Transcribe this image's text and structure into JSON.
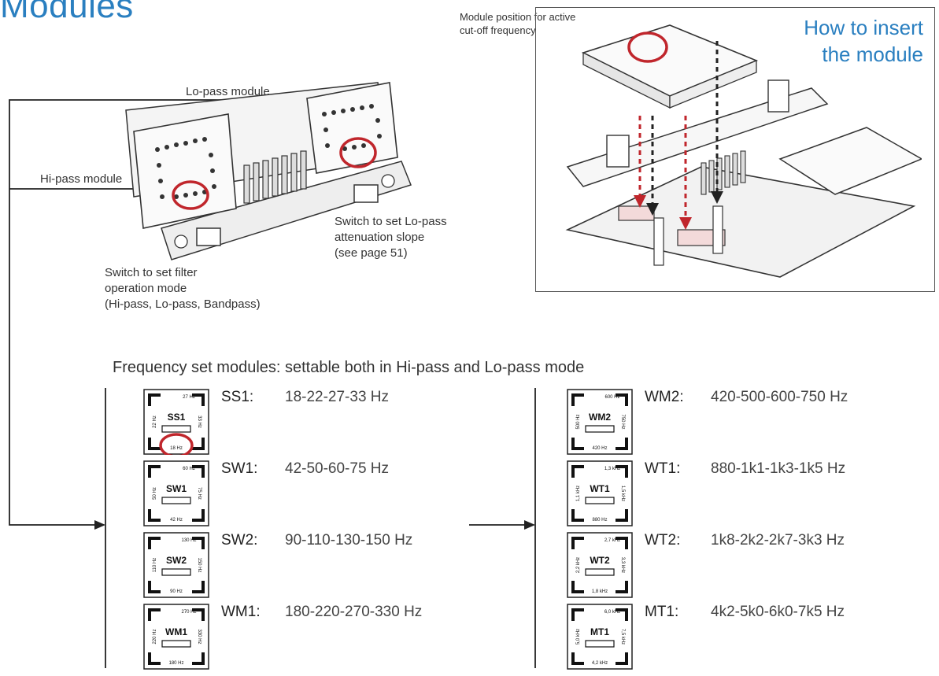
{
  "title": "Modules",
  "callouts": {
    "lopass_module": "Lo-pass module",
    "hipass_module": "Hi-pass module",
    "lopass_switch": [
      "Switch to set Lo-pass",
      "attenuation slope",
      "(see page 51)"
    ],
    "filter_switch": [
      "Switch to set filter",
      "operation mode",
      "(Hi-pass, Lo-pass, Bandpass)"
    ],
    "module_position": [
      "Module position for active",
      "cut-off frequency"
    ]
  },
  "inset": {
    "title_lines": [
      "How to insert",
      "the module"
    ]
  },
  "frequency_section": {
    "heading": "Frequency set modules: settable both in Hi-pass and Lo-pass mode",
    "left_modules": [
      {
        "code": "SS1:",
        "range": "18-22-27-33 Hz",
        "chip_label": "SS1",
        "chip_bottom": "18 Hz",
        "chip_left": "22 Hz",
        "chip_right": "33 Hz",
        "chip_top": "27 Hz"
      },
      {
        "code": "SW1:",
        "range": "42-50-60-75 Hz",
        "chip_label": "SW1",
        "chip_bottom": "42 Hz",
        "chip_left": "50 Hz",
        "chip_right": "75 Hz",
        "chip_top": "60 Hz"
      },
      {
        "code": "SW2:",
        "range": "90-110-130-150 Hz",
        "chip_label": "SW2",
        "chip_bottom": "90 Hz",
        "chip_left": "110 Hz",
        "chip_right": "150 Hz",
        "chip_top": "130 Hz"
      },
      {
        "code": "WM1:",
        "range": "180-220-270-330 Hz",
        "chip_label": "WM1",
        "chip_bottom": "180 Hz",
        "chip_left": "220 Hz",
        "chip_right": "330 Hz",
        "chip_top": "270 Hz"
      }
    ],
    "right_modules": [
      {
        "code": "WM2:",
        "range": "420-500-600-750 Hz",
        "chip_label": "WM2",
        "chip_bottom": "420 Hz",
        "chip_left": "500 Hz",
        "chip_right": "750 Hz",
        "chip_top": "600 Hz"
      },
      {
        "code": "WT1:",
        "range": "880-1k1-1k3-1k5 Hz",
        "chip_label": "WT1",
        "chip_bottom": "880 Hz",
        "chip_left": "1,1 kHz",
        "chip_right": "1,5 kHz",
        "chip_top": "1,3 kHz"
      },
      {
        "code": "WT2:",
        "range": "1k8-2k2-2k7-3k3 Hz",
        "chip_label": "WT2",
        "chip_bottom": "1,8 kHz",
        "chip_left": "2,2 kHz",
        "chip_right": "3,3 kHz",
        "chip_top": "2,7 kHz"
      },
      {
        "code": "MT1:",
        "range": "4k2-5k0-6k0-7k5 Hz",
        "chip_label": "MT1",
        "chip_bottom": "4,2 kHz",
        "chip_left": "5,0 kHz",
        "chip_right": "7,5 kHz",
        "chip_top": "6,0 kHz"
      }
    ]
  },
  "colors": {
    "title_blue": "#2a7fc0",
    "highlight_red": "#c0262c",
    "line": "#222222",
    "frame": "#555555"
  }
}
